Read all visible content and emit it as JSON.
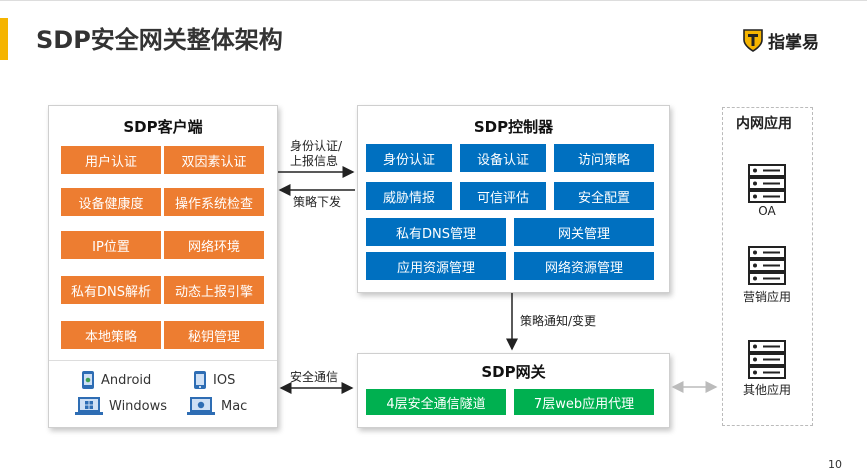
{
  "title": "SDP安全网关整体架构",
  "brand": {
    "name": "指掌易",
    "logo": "shield-logo"
  },
  "page_number": "10",
  "client": {
    "title": "SDP客户端",
    "features": [
      "用户认证",
      "双因素认证",
      "设备健康度",
      "操作系统检查",
      "IP位置",
      "网络环境",
      "私有DNS解析",
      "动态上报引擎",
      "本地策略",
      "秘钥管理"
    ],
    "platforms": [
      {
        "name": "Android",
        "icon": "android-phone-icon"
      },
      {
        "name": "IOS",
        "icon": "iphone-icon"
      },
      {
        "name": "Windows",
        "icon": "windows-laptop-icon"
      },
      {
        "name": "Mac",
        "icon": "mac-laptop-icon"
      }
    ]
  },
  "controller": {
    "title": "SDP控制器",
    "row1": [
      "身份认证",
      "设备认证",
      "访问策略"
    ],
    "row2": [
      "威胁情报",
      "可信评估",
      "安全配置"
    ],
    "row3": [
      "私有DNS管理",
      "网关管理"
    ],
    "row4": [
      "应用资源管理",
      "网络资源管理"
    ]
  },
  "gateway": {
    "title": "SDP网关",
    "items": [
      "4层安全通信隧道",
      "7层web应用代理"
    ]
  },
  "internal": {
    "title": "内网应用",
    "apps": [
      "OA",
      "营销应用",
      "其他应用"
    ]
  },
  "connectors": {
    "auth_line1": "身份认证/",
    "auth_line2": "上报信息",
    "policy_down": "策略下发",
    "policy_notify": "策略通知/变更",
    "secure_comm": "安全通信"
  },
  "colors": {
    "orange": "#ed7d31",
    "blue": "#0070c0",
    "green": "#00b050",
    "accent": "#f5b400"
  }
}
